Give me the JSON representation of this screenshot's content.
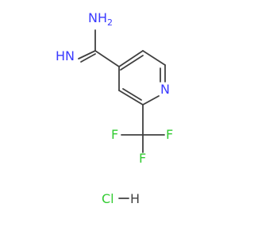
{
  "molecule": {
    "atoms": {
      "amine": "NH",
      "amine_sub": "2",
      "imine_h": "H",
      "imine_n": "N",
      "ring_n": "N",
      "f_top": "F",
      "f_left": "F",
      "f_bottom": "F"
    },
    "salt": {
      "cl": "Cl",
      "h": "H"
    }
  },
  "colors": {
    "bond": "#404040",
    "nitrogen": "#3a3aff",
    "fluorine": "#33cc33",
    "salt_text": "#33cc33",
    "h_text": "#404040"
  }
}
